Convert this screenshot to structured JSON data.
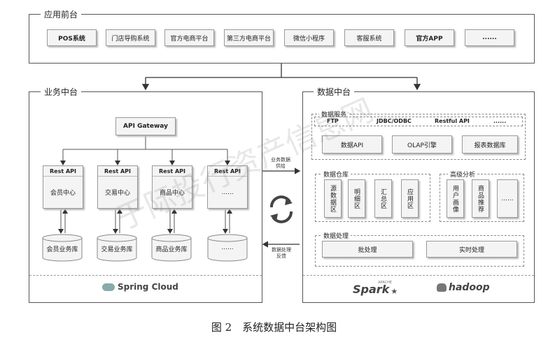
{
  "frontend": {
    "title": "应用前台",
    "apps": [
      "POS系统",
      "门店导购系统",
      "官方电商平台",
      "第三方电商平台",
      "微信小程序",
      "客服系统",
      "官方APP",
      "......"
    ]
  },
  "business": {
    "title": "业务中台",
    "gateway": "API Gateway",
    "services": [
      {
        "api": "Rest API",
        "name": "会员中心"
      },
      {
        "api": "Rest API",
        "name": "交易中心"
      },
      {
        "api": "Rest API",
        "name": "商品中心"
      },
      {
        "api": "Rest API",
        "name": "......"
      }
    ],
    "databases": [
      "会员业务库",
      "交易业务库",
      "商品业务库",
      "......"
    ],
    "footer_logo": "Spring Cloud"
  },
  "data_platform": {
    "title": "数据中台",
    "services": {
      "title": "数据服务",
      "top_items": [
        "FTP",
        "JDBC/ODBC",
        "Restful API",
        "......"
      ],
      "engines": [
        "数据API",
        "OLAP引擎",
        "报表数据库"
      ]
    },
    "warehouse": {
      "title": "数据仓库",
      "zones": [
        "源数据区",
        "明细区",
        "汇总区",
        "应用区"
      ]
    },
    "analytics": {
      "title": "高级分析",
      "items": [
        "用户画像",
        "商品推荐",
        "......"
      ]
    },
    "processing": {
      "title": "数据处理",
      "items": [
        "批处理",
        "实时处理"
      ]
    },
    "footer_logos": {
      "spark": "Spark",
      "spark_tag": "APACHE",
      "hadoop": "hadoop"
    }
  },
  "arrows": {
    "to_data": "业务数据供给",
    "to_business": "数据处理反馈"
  },
  "watermark": "于际投行资产信息网",
  "caption": "图 2　系统数据中台架构图"
}
